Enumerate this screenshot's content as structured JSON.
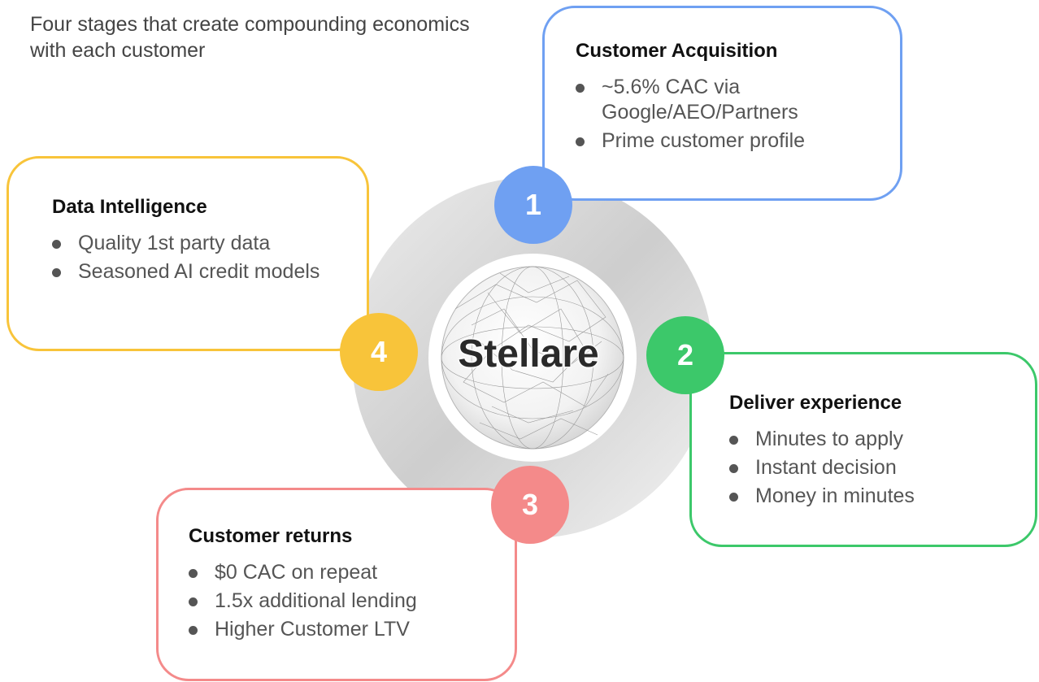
{
  "subtitle": "Four stages that create compounding economics with each customer",
  "center": {
    "brand_label": "Stellare"
  },
  "stages": [
    {
      "number": "1",
      "title": "Customer Acquisition",
      "bullets": [
        "~5.6% CAC via Google/AEO/Partners",
        "Prime customer profile"
      ],
      "color": "#6fa0f2"
    },
    {
      "number": "2",
      "title": "Deliver experience",
      "bullets": [
        "Minutes to apply",
        "Instant decision",
        "Money in minutes"
      ],
      "color": "#3cc86a"
    },
    {
      "number": "3",
      "title": "Customer returns",
      "bullets": [
        "$0 CAC on repeat",
        "1.5x additional lending",
        "Higher Customer LTV"
      ],
      "color": "#f48a8a"
    },
    {
      "number": "4",
      "title": "Data Intelligence",
      "bullets": [
        "Quality 1st party data",
        "Seasoned AI credit models"
      ],
      "color": "#f8c43a"
    }
  ],
  "colors": {
    "ring": "#d9d9d9",
    "text": "#555555",
    "title": "#111111"
  }
}
